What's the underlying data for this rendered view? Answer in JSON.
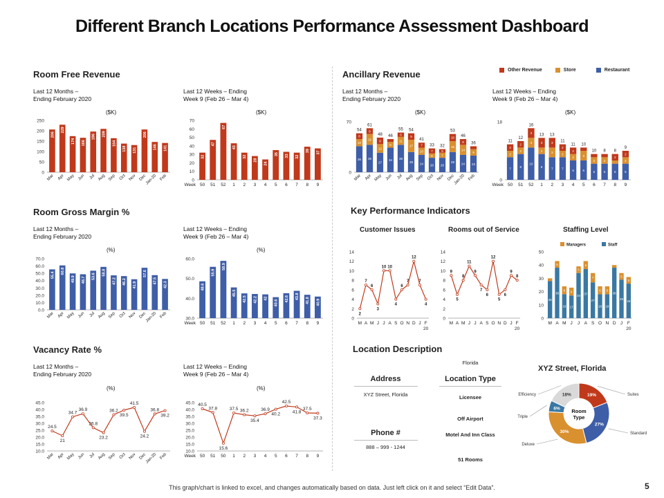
{
  "page": {
    "title": "Different Branch Locations Performance Assessment Dashboard",
    "footer": "This graph/chart is linked to excel, and changes automatically based on data. Just left click on it and select “Edit Data”.",
    "page_number": "5"
  },
  "sections": {
    "room_free_revenue": "Room Free Revenue",
    "ancillary_revenue": "Ancillary Revenue",
    "room_gross_margin": "Room Gross Margin %",
    "kpi": "Key Performance Indicators",
    "vacancy_rate": "Vacancy Rate %",
    "location_description": "Location Description"
  },
  "subtitles": {
    "months_1": "Last 12 Months –",
    "months_2": "Ending February 2020",
    "weeks_1": "Last 12 Weeks – Ending",
    "weeks_2": "Week 9 (Feb 26 – Mar 4)"
  },
  "units": {
    "k": "($K)",
    "pct": "(%)"
  },
  "colors": {
    "red": "#c0391b",
    "blue": "#3f5ea8",
    "orange": "#d9902f",
    "teal": "#3a78a3",
    "grey": "#d9d9d9"
  },
  "ancillary_legend": [
    "Other Revenue",
    "Store",
    "Restaurant"
  ],
  "staffing_legend": [
    "Managers",
    "Staff"
  ],
  "location": {
    "top_label": "Florida",
    "address_label": "Address",
    "address_value": "XYZ Street, Florida",
    "phone_label": "Phone #",
    "phone_value": "888 – 999 - 1244",
    "type_label": "Location Type",
    "types": [
      "Licensee",
      "Off Airport",
      "Motel And Inn Class",
      "51 Rooms"
    ],
    "donut_title": "XYZ  Street, Florida",
    "donut_center": "Room Type"
  },
  "chart_data": [
    {
      "id": "room_free_revenue_months",
      "type": "bar",
      "title": "Room Free Revenue",
      "categories": [
        "Mar",
        "Apr",
        "May",
        "Jun",
        "Jul",
        "Aug",
        "Sep",
        "Oct",
        "Nov",
        "Dec",
        "Jan-20",
        "Feb"
      ],
      "values": [
        206,
        229,
        174,
        166,
        196,
        209,
        164,
        138,
        131,
        206,
        146,
        141
      ],
      "yticks": [
        0,
        50,
        100,
        150,
        200,
        250
      ],
      "ylim": [
        0,
        250
      ]
    },
    {
      "id": "room_free_revenue_weeks",
      "type": "bar",
      "axis_prefix": "Week",
      "categories": [
        "50",
        "51",
        "52",
        "1",
        "2",
        "3",
        "4",
        "5",
        "6",
        "7",
        "8",
        "9"
      ],
      "values": [
        32,
        47,
        67,
        43,
        32,
        28,
        24,
        35,
        33,
        32,
        39,
        37
      ],
      "yticks": [
        0,
        10,
        20,
        30,
        40,
        50,
        60,
        70
      ],
      "ylim": [
        0,
        70
      ]
    },
    {
      "id": "ancillary_revenue_months",
      "type": "bar",
      "stacked": true,
      "categories": [
        "Mar",
        "Apr",
        "May",
        "Jun",
        "Jul",
        "Aug",
        "Sep",
        "Oct",
        "Nov",
        "Dec",
        "Jan-20",
        "Feb"
      ],
      "series": [
        {
          "name": "Restaurant",
          "values": [
            36,
            38,
            27,
            34,
            38,
            28,
            24,
            20,
            20,
            28,
            24,
            23
          ]
        },
        {
          "name": "Store",
          "values": [
            10,
            15,
            12,
            8,
            11,
            17,
            10,
            6,
            7,
            15,
            14,
            9
          ]
        },
        {
          "name": "Other Revenue",
          "values": [
            8,
            8,
            9,
            4,
            6,
            9,
            7,
            7,
            5,
            10,
            8,
            4
          ]
        }
      ],
      "totals": [
        54,
        61,
        48,
        46,
        55,
        54,
        41,
        33,
        32,
        53,
        46,
        36
      ],
      "yticks": [
        0,
        70
      ],
      "ylim": [
        0,
        70
      ]
    },
    {
      "id": "ancillary_revenue_weeks",
      "type": "bar",
      "stacked": true,
      "axis_prefix": "Week",
      "categories": [
        "50",
        "51",
        "52",
        "1",
        "2",
        "3",
        "4",
        "5",
        "6",
        "7",
        "8",
        "9"
      ],
      "series": [
        {
          "name": "Restaurant",
          "values": [
            7,
            8,
            10,
            8,
            7,
            7,
            6,
            6,
            5,
            5,
            5,
            5
          ]
        },
        {
          "name": "Store",
          "values": [
            2,
            2,
            3,
            2,
            3,
            2,
            2,
            3,
            2,
            2,
            1,
            2
          ]
        },
        {
          "name": "Other Revenue",
          "values": [
            2,
            2,
            3,
            3,
            3,
            2,
            2,
            1,
            1,
            1,
            2,
            2
          ]
        }
      ],
      "totals": [
        11,
        12,
        16,
        13,
        13,
        11,
        11,
        10,
        10,
        8,
        8,
        9
      ],
      "yticks": [
        0,
        18
      ],
      "ylim": [
        0,
        18
      ]
    },
    {
      "id": "room_gross_margin_months",
      "type": "bar",
      "categories": [
        "Mar",
        "Apr",
        "May",
        "Jun",
        "Jul",
        "Aug",
        "Sep",
        "Oct",
        "Nov",
        "Dec",
        "Jan-20",
        "Feb"
      ],
      "values": [
        55.4,
        60.8,
        49.9,
        48.7,
        53.6,
        58.8,
        47.2,
        46.2,
        41.9,
        57.6,
        47.5,
        42.3
      ],
      "yticks": [
        0,
        10,
        20,
        30,
        40,
        50,
        60,
        70
      ],
      "ylim": [
        0,
        70
      ]
    },
    {
      "id": "room_gross_margin_weeks",
      "type": "bar",
      "axis_prefix": "Week",
      "categories": [
        "50",
        "51",
        "52",
        "1",
        "2",
        "3",
        "4",
        "5",
        "6",
        "7",
        "8",
        "9"
      ],
      "values": [
        48.6,
        55.9,
        58.9,
        45.5,
        42.5,
        42.2,
        42,
        40.6,
        42.6,
        43.8,
        41.8,
        40.9
      ],
      "yticks": [
        30,
        40,
        50,
        60
      ],
      "ylim": [
        30,
        60
      ]
    },
    {
      "id": "vacancy_rate_months",
      "type": "line",
      "categories": [
        "Mar",
        "Apr",
        "May",
        "Jun",
        "Jul",
        "Aug",
        "Sep",
        "Oct",
        "Nov",
        "Dec",
        "Jan-20",
        "Feb"
      ],
      "values": [
        24.5,
        21.0,
        34.7,
        36.9,
        26.8,
        23.2,
        36.2,
        39.5,
        41.5,
        24.2,
        36.8,
        39.2
      ],
      "yticks": [
        10,
        15,
        20,
        25,
        30,
        35,
        40,
        45
      ],
      "ylim": [
        10,
        45
      ]
    },
    {
      "id": "vacancy_rate_weeks",
      "type": "line",
      "axis_prefix": "Week",
      "categories": [
        "50",
        "51",
        "50",
        "1",
        "2",
        "3",
        "4",
        "5",
        "6",
        "7",
        "8",
        "9"
      ],
      "values": [
        40.5,
        37.8,
        15.6,
        37.5,
        36.2,
        35.4,
        36.9,
        40.2,
        42.5,
        41.8,
        37.5,
        37.3
      ],
      "yticks": [
        10,
        15,
        20,
        25,
        30,
        35,
        40,
        45
      ],
      "ylim": [
        10,
        45
      ]
    },
    {
      "id": "customer_issues",
      "type": "line",
      "title": "Customer Issues",
      "categories": [
        "M",
        "A",
        "M",
        "J",
        "J",
        "A",
        "S",
        "O",
        "N",
        "D",
        "J",
        "F"
      ],
      "sub_label": "20",
      "values": [
        2,
        7,
        6,
        3,
        10,
        10,
        4,
        6,
        7,
        12,
        7,
        4
      ],
      "yticks": [
        0,
        2,
        4,
        6,
        8,
        10,
        12,
        14
      ],
      "ylim": [
        0,
        14
      ]
    },
    {
      "id": "rooms_out_of_service",
      "type": "line",
      "title": "Rooms out of Service",
      "categories": [
        "M",
        "A",
        "M",
        "J",
        "J",
        "A",
        "S",
        "O",
        "N",
        "D",
        "J",
        "F"
      ],
      "sub_label": "20",
      "values": [
        9,
        5,
        8,
        11,
        9,
        7,
        6,
        12,
        5,
        6,
        9,
        8
      ],
      "yticks": [
        0,
        2,
        4,
        6,
        8,
        10,
        12,
        14
      ],
      "ylim": [
        0,
        14
      ]
    },
    {
      "id": "staffing_level",
      "type": "bar",
      "stacked": true,
      "title": "Staffing Level",
      "categories": [
        "M",
        "A",
        "M",
        "J",
        "J",
        "A",
        "S",
        "O",
        "N",
        "D",
        "J",
        "F"
      ],
      "sub_label": "20",
      "series": [
        {
          "name": "Staff",
          "values": [
            28,
            38,
            18,
            17,
            34,
            37,
            27,
            18,
            18,
            38,
            29,
            26
          ]
        },
        {
          "name": "Managers",
          "values": [
            2,
            5,
            6,
            6,
            5,
            6,
            7,
            6,
            6,
            2,
            5,
            5
          ]
        }
      ],
      "yticks": [
        0,
        10,
        20,
        30,
        40,
        50
      ],
      "ylim": [
        0,
        50
      ]
    },
    {
      "id": "room_type",
      "type": "pie",
      "title": "XYZ  Street, Florida",
      "labels": [
        "Suites",
        "Standard",
        "Deluxe",
        "Triple",
        "Efficiency"
      ],
      "values": [
        19,
        27,
        30,
        6,
        18
      ]
    }
  ]
}
